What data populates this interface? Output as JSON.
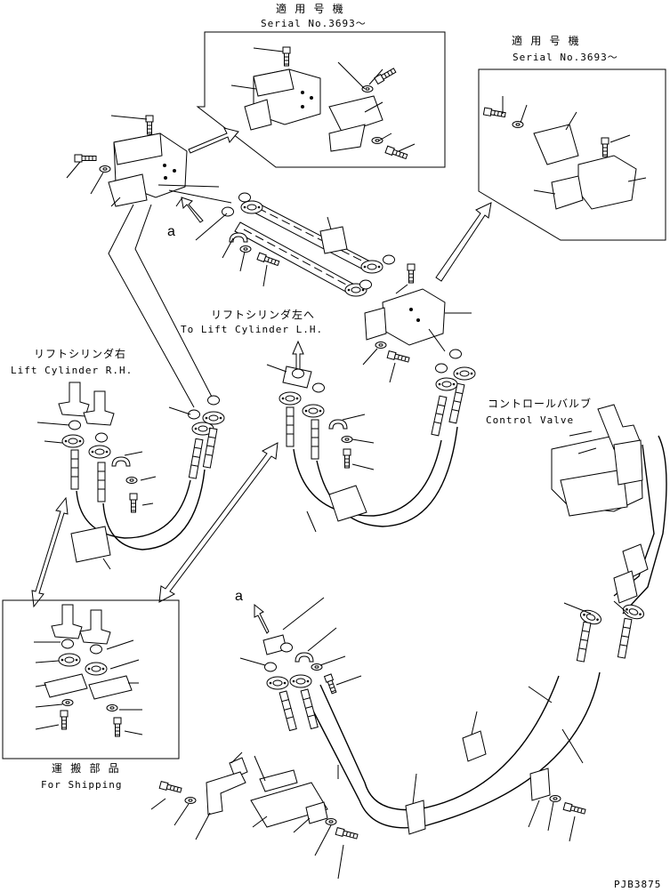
{
  "labels": {
    "inset1_jp": "適 用 号 機",
    "inset1_serial": "Serial No.3693～",
    "inset2_jp": "適 用 号 機",
    "inset2_serial": "Serial No.3693～",
    "lift_lh_jp": "リフトシリンダ左へ",
    "lift_lh_en": "To Lift Cylinder L.H.",
    "lift_rh_jp": "リフトシリンダ右",
    "lift_rh_en": "Lift Cylinder R.H.",
    "control_valve_jp": "コントロールバルブ",
    "control_valve_en": "Control Valve",
    "shipping_jp": "運 搬 部 品",
    "shipping_en": "For Shipping",
    "ref_a_top": "a",
    "ref_a_bottom": "a",
    "drawing_number": "PJB3875"
  },
  "icons": [
    "bolt-icon",
    "washer-icon",
    "o-ring-icon",
    "flange-icon",
    "clamp-icon",
    "hose-icon",
    "arrow-icon"
  ]
}
